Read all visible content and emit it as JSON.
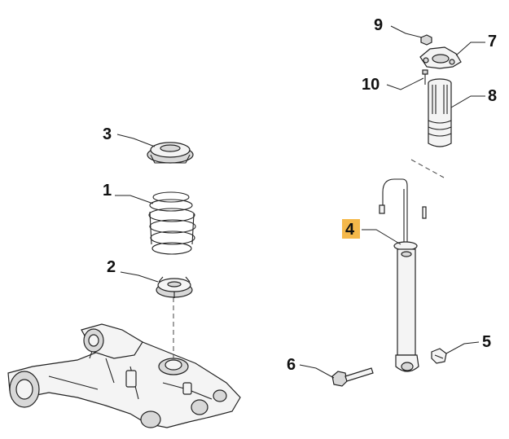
{
  "callouts": [
    {
      "id": "1",
      "label": "1",
      "part": "coil-spring"
    },
    {
      "id": "2",
      "label": "2",
      "part": "lower-spring-seat"
    },
    {
      "id": "3",
      "label": "3",
      "part": "upper-spring-seat"
    },
    {
      "id": "4",
      "label": "4",
      "part": "shock-absorber",
      "highlighted": true
    },
    {
      "id": "5",
      "label": "5",
      "part": "lower-mount-clip"
    },
    {
      "id": "6",
      "label": "6",
      "part": "lower-mount-bolt"
    },
    {
      "id": "7",
      "label": "7",
      "part": "upper-mount"
    },
    {
      "id": "8",
      "label": "8",
      "part": "dust-boot"
    },
    {
      "id": "9",
      "label": "9",
      "part": "upper-nut"
    },
    {
      "id": "10",
      "label": "10",
      "part": "upper-bolt"
    }
  ],
  "colors": {
    "highlight": "#f5b84a",
    "line": "#222222",
    "fill": "#f4f4f4"
  }
}
